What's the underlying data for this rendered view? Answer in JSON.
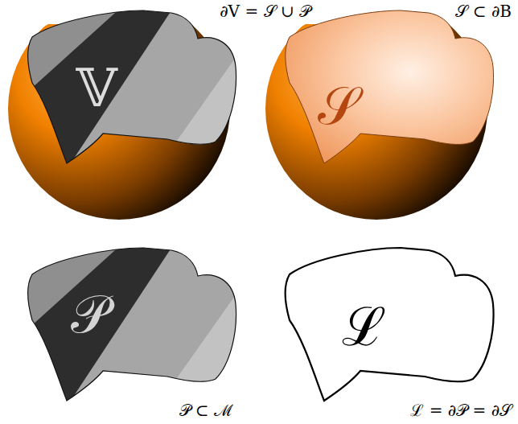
{
  "diagram": {
    "nodes": [
      {
        "text": [
          "𝕍"
        ]
      },
      {
        "text": [
          "𝒮"
        ]
      },
      {
        "text": [
          "𝒫"
        ]
      },
      {
        "text": [
          "ℒ"
        ]
      }
    ],
    "labels": [
      "∂V = 𝒮 ∪ 𝒫",
      "𝒮 ⊂ ∂B",
      "𝒫 ⊂ ℳ",
      "ℒ = ∂𝒫 = ∂𝒮"
    ]
  }
}
